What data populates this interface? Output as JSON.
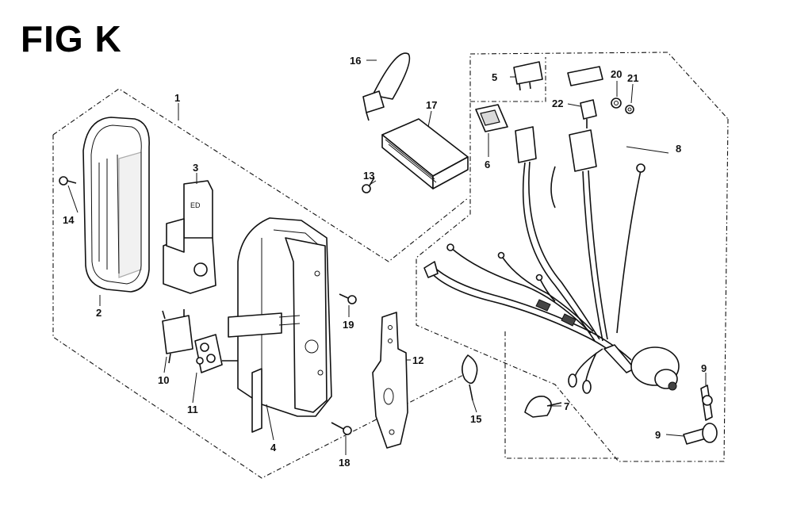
{
  "title": "FIG K",
  "callouts": {
    "c1": "1",
    "c2": "2",
    "c3": "3",
    "c4": "4",
    "c5": "5",
    "c6": "6",
    "c7": "7",
    "c8": "8",
    "c9a": "9",
    "c9b": "9",
    "c10": "10",
    "c11": "11",
    "c12": "12",
    "c13": "13",
    "c14": "14",
    "c15": "15",
    "c16": "16",
    "c17": "17",
    "c18": "18",
    "c19": "19",
    "c20": "20",
    "c21": "21",
    "c22": "22"
  }
}
